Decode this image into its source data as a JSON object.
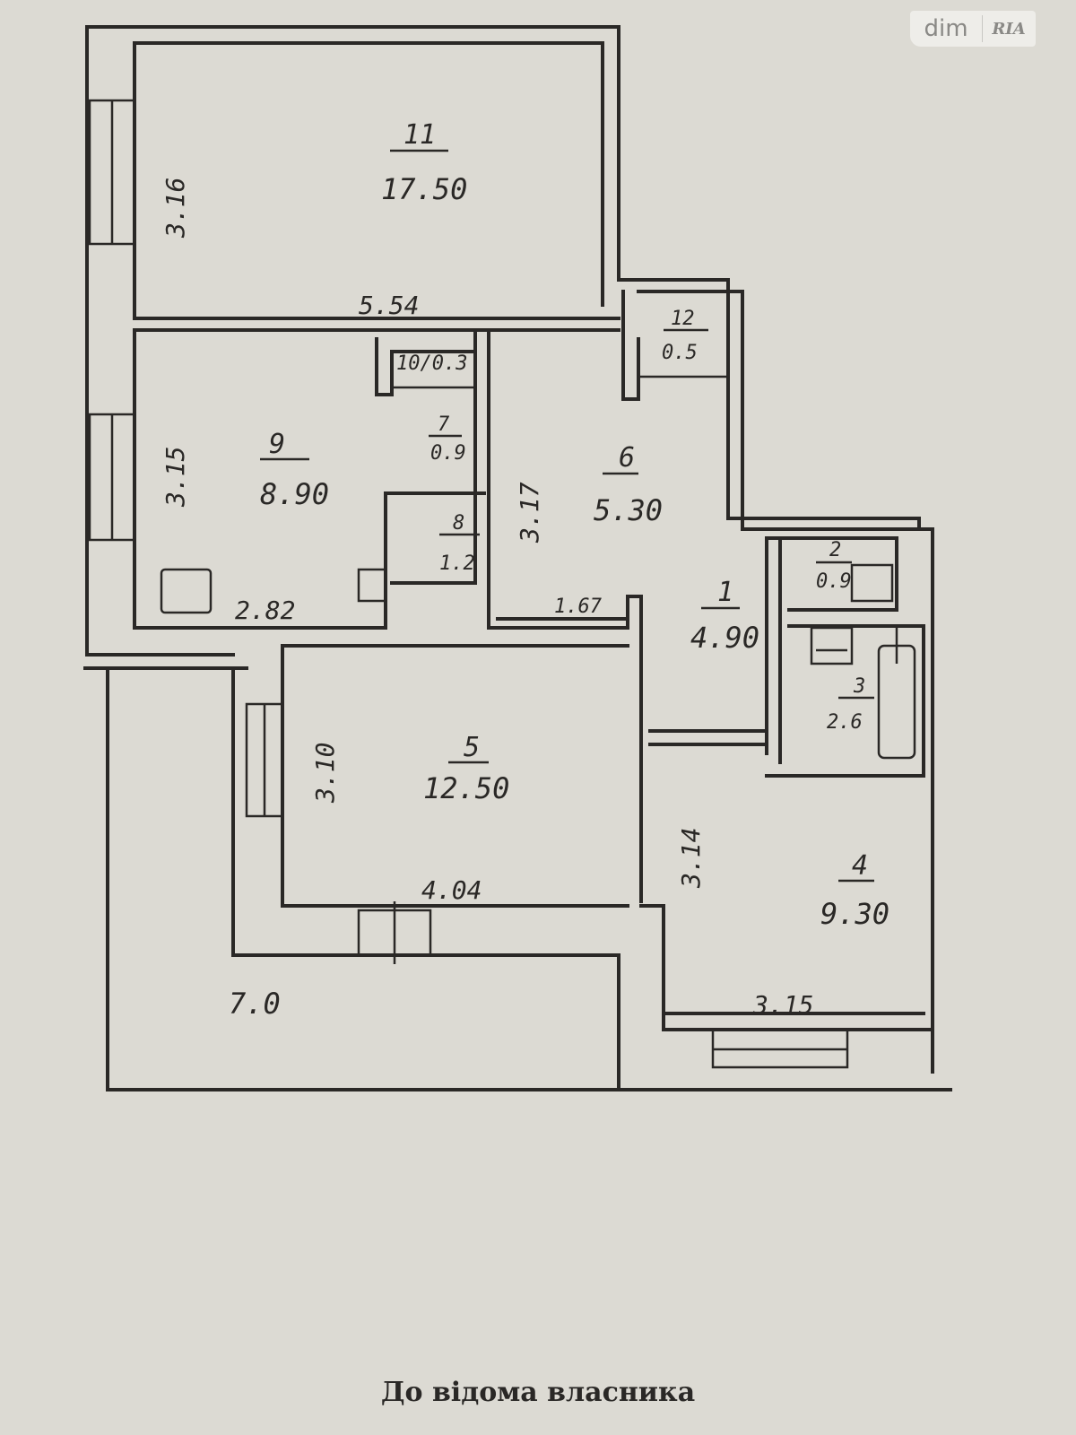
{
  "watermark": {
    "brand": "dim",
    "partner": "RIA"
  },
  "caption": "До відома власника",
  "rooms": [
    {
      "number": "11",
      "area": "17.50"
    },
    {
      "number": "12",
      "area": "0.5"
    },
    {
      "number": "10",
      "area": "0.3"
    },
    {
      "number": "9",
      "area": "8.90"
    },
    {
      "number": "7",
      "area": "0.9"
    },
    {
      "number": "8",
      "area": "1.2"
    },
    {
      "number": "6",
      "area": "5.30"
    },
    {
      "number": "2",
      "area": "0.9"
    },
    {
      "number": "1",
      "area": "4.90"
    },
    {
      "number": "3",
      "area": "2.6"
    },
    {
      "number": "5",
      "area": "12.50"
    },
    {
      "number": "4",
      "area": "9.30"
    }
  ],
  "room10_label": "10/0.3",
  "dimensions": {
    "d316": "3.16",
    "d554": "5.54",
    "d315": "3.15",
    "d282": "2.82",
    "d317": "3.17",
    "d167": "1.67",
    "d310": "3.10",
    "d404": "4.04",
    "d314": "3.14",
    "d315b": "3.15",
    "balcony": "7.0"
  }
}
